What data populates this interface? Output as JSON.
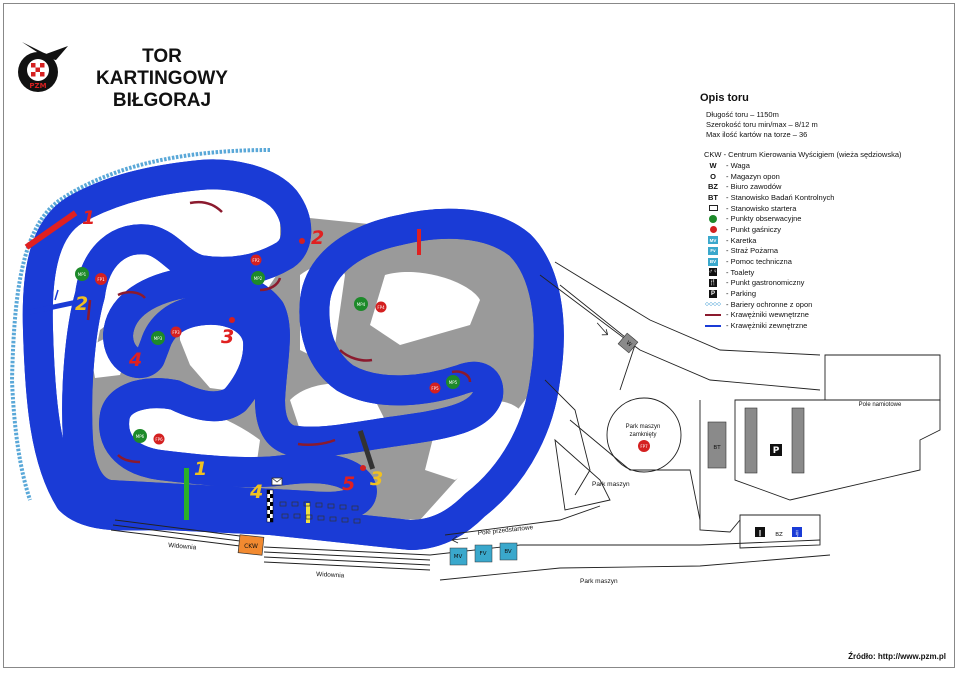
{
  "title": {
    "line1": "TOR KARTINGOWY",
    "line2": "BIŁGORAJ"
  },
  "logo": {
    "text": "PZM"
  },
  "legend": {
    "heading": "Opis toru",
    "info": [
      "Długość toru – 1150m",
      "Szerokość toru min/max – 8/12 m",
      "Max ilość kartów na torze – 36"
    ],
    "ckw": "CKW - Centrum Kierowania Wyścigiem (wieża sędziowska)",
    "items": [
      {
        "symbol": "W",
        "label": "- Waga",
        "icon": "letter"
      },
      {
        "symbol": "O",
        "label": "- Magazyn opon",
        "icon": "letter"
      },
      {
        "symbol": "BZ",
        "label": "- Biuro zawodów",
        "icon": "letter"
      },
      {
        "symbol": "BT",
        "label": "- Stanowisko Badań Kontrolnych",
        "icon": "letter"
      },
      {
        "symbol": "",
        "label": "- Stanowisko startera",
        "icon": "envelope-icon"
      },
      {
        "symbol": "",
        "label": "- Punkty obserwacyjne",
        "icon": "green-dot-icon"
      },
      {
        "symbol": "",
        "label": "- Punkt gaśniczy",
        "icon": "red-dot-icon"
      },
      {
        "symbol": "MV",
        "label": "- Karetka",
        "icon": "blue-box"
      },
      {
        "symbol": "Fv",
        "label": "- Straż Pożarna",
        "icon": "blue-box"
      },
      {
        "symbol": "BV",
        "label": "- Pomoc techniczna",
        "icon": "blue-box"
      },
      {
        "symbol": "♂♀",
        "label": "- Toalety",
        "icon": "dark-box"
      },
      {
        "symbol": "🍴",
        "label": "- Punkt gastronomiczny",
        "icon": "dark-box"
      },
      {
        "symbol": "P",
        "label": "- Parking",
        "icon": "dark-box"
      },
      {
        "symbol": "",
        "label": "- Bariery ochronne z opon",
        "icon": "tyre-barrier-icon"
      },
      {
        "symbol": "",
        "label": "- Krawężniki wewnętrzne",
        "icon": "inner-kerb-icon"
      },
      {
        "symbol": "",
        "label": "- Krawężniki zewnętrzne",
        "icon": "outer-kerb-icon"
      }
    ]
  },
  "map": {
    "marshal_numbers": [
      "1",
      "2",
      "3",
      "4",
      "5",
      "1",
      "2",
      "3",
      "4"
    ],
    "observation_points": [
      "MP1",
      "MP2",
      "MP3",
      "MP4",
      "MP5",
      "MP6"
    ],
    "fire_points": [
      "FP1",
      "FP2",
      "FP3",
      "FP4",
      "FP5",
      "FP6",
      "FP7"
    ],
    "labels": {
      "widownia_1": "Widownia",
      "widownia_2": "Widownia",
      "ckw": "CKW",
      "park_closed": "Park maszyn zamknięty",
      "park_1": "Park maszyn",
      "park_2": "Park maszyn",
      "pre_start": "Pole przedstartowe",
      "tent": "Pole namiotowe",
      "mv": "MV",
      "fv": "FV",
      "bv": "BV",
      "bt": "BT",
      "p": "P",
      "w": "W",
      "bz": "BZ"
    }
  },
  "source": "Źródło: http://www.pzm.pl",
  "colors": {
    "track": "#d9d9d9",
    "infield": "#9a9a9a",
    "outer_kerb": "#1a3bd6",
    "inner_kerb": "#8b1a2e",
    "green": "#1d8a2a",
    "red": "#d42020",
    "number": "#e02020",
    "number_yellow": "#f0c020"
  }
}
